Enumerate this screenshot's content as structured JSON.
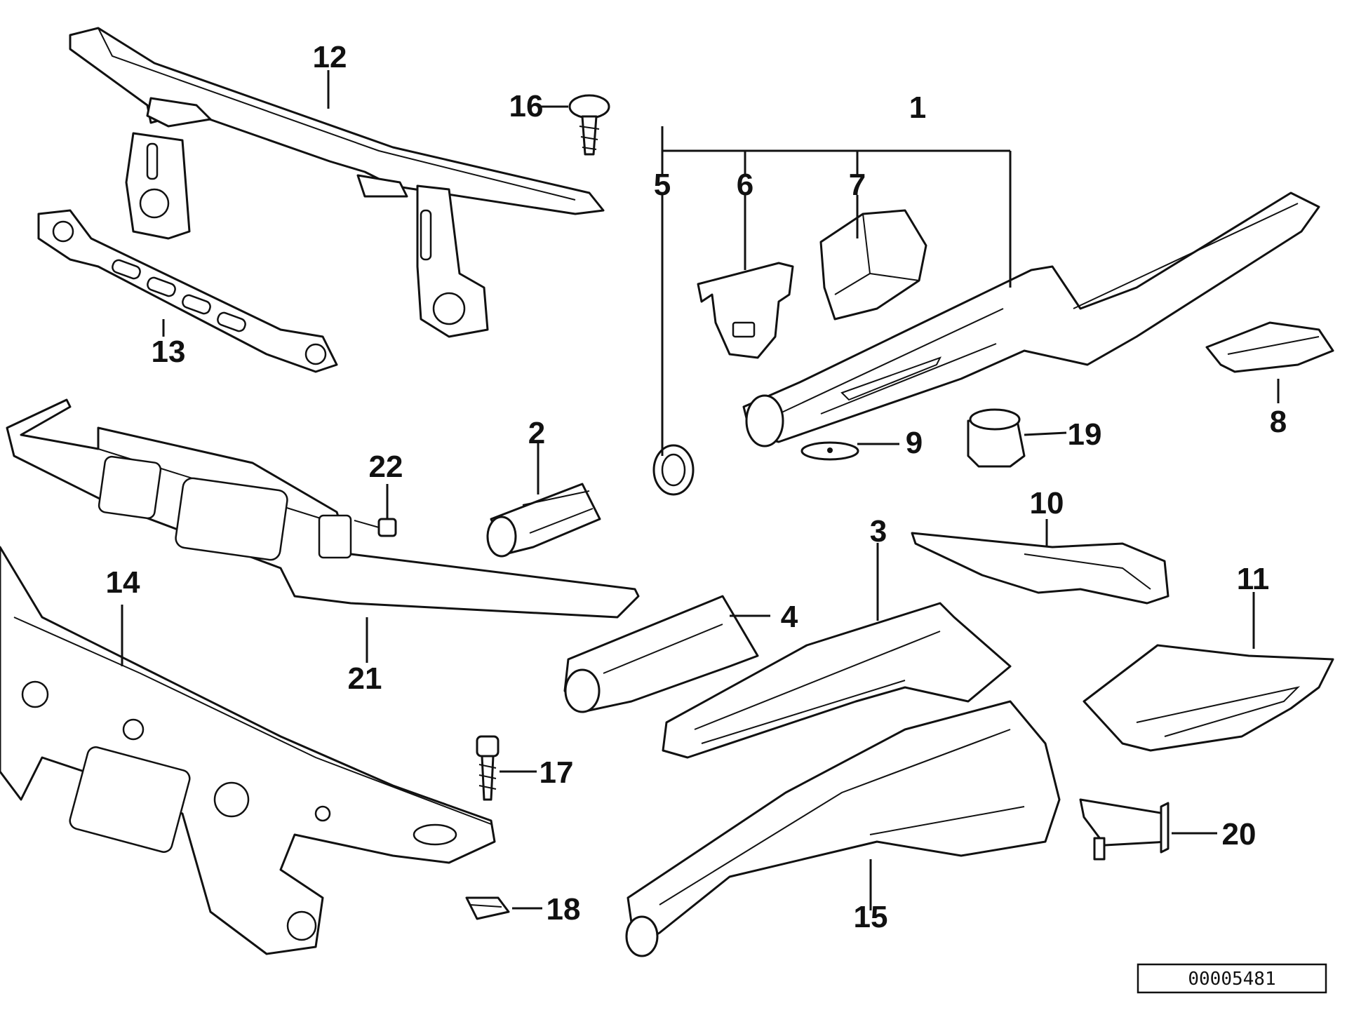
{
  "diagram": {
    "reference_number": "00005481",
    "part_labels": [
      "1",
      "2",
      "3",
      "4",
      "5",
      "6",
      "7",
      "8",
      "9",
      "10",
      "11",
      "12",
      "13",
      "14",
      "15",
      "16",
      "17",
      "18",
      "19",
      "20",
      "21",
      "22"
    ]
  }
}
